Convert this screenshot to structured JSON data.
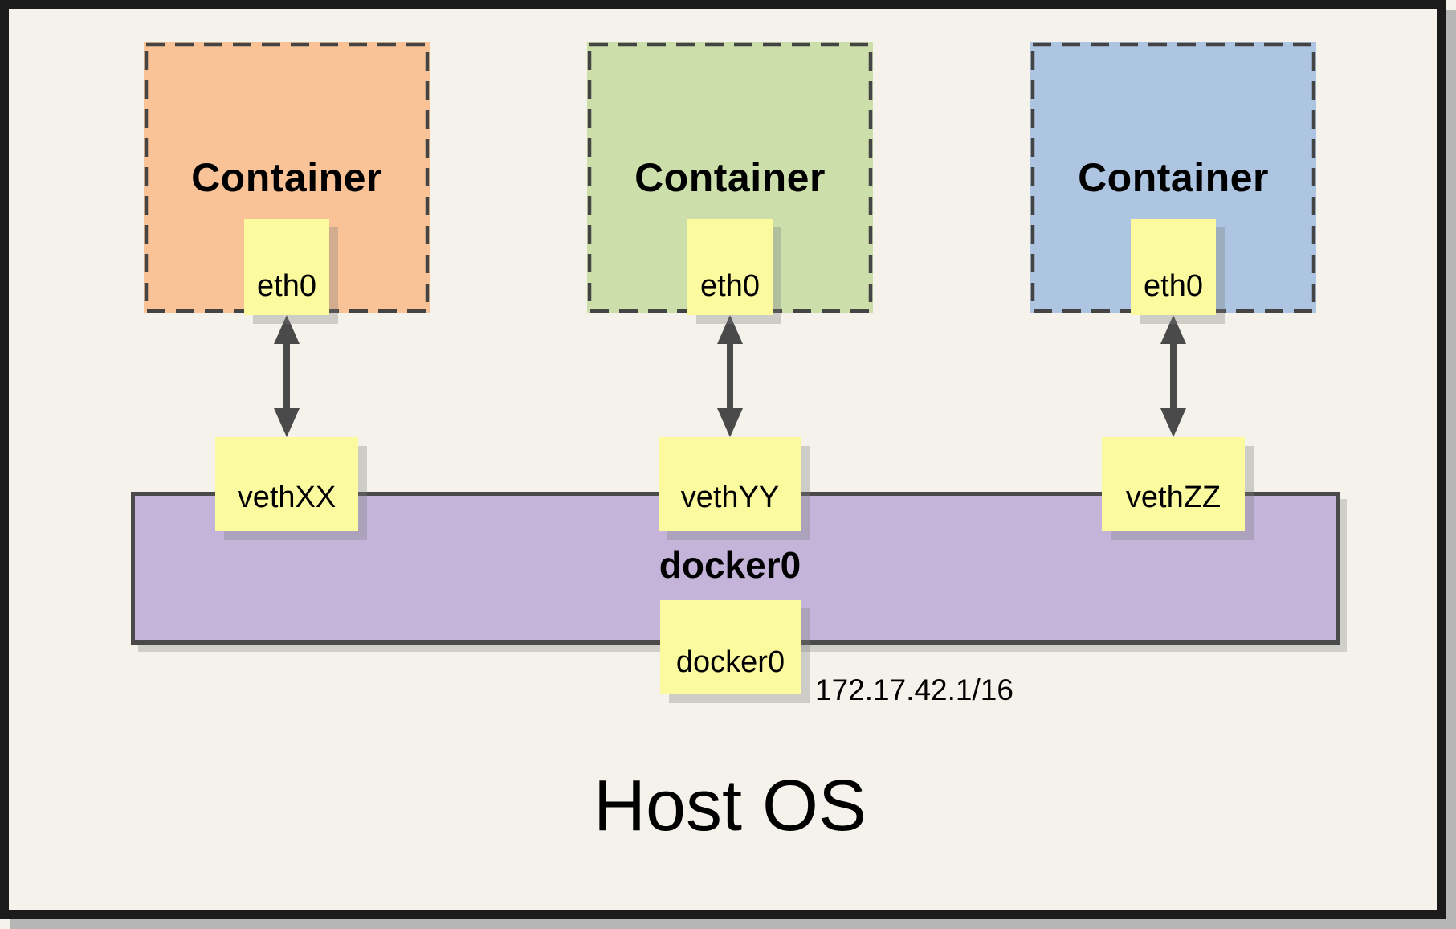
{
  "frame": {
    "background": "#f4f2eb",
    "border_color": "#1b1b1b",
    "shadow_color": "#b6b6b6"
  },
  "title": "Host OS",
  "containers": [
    {
      "label": "Container",
      "interface": "eth0",
      "veth": "vethXX",
      "fill": "#fac397"
    },
    {
      "label": "Container",
      "interface": "eth0",
      "veth": "vethYY",
      "fill": "#ccdfab"
    },
    {
      "label": "Container",
      "interface": "eth0",
      "veth": "vethZZ",
      "fill": "#adc5e1"
    }
  ],
  "bridge": {
    "name": "docker0",
    "interface": "docker0",
    "ip": "172.17.42.1/16",
    "fill": "#c4b4d9"
  },
  "accents": {
    "note_fill": "#fcfa9e",
    "line_color": "#4a4a4a"
  }
}
